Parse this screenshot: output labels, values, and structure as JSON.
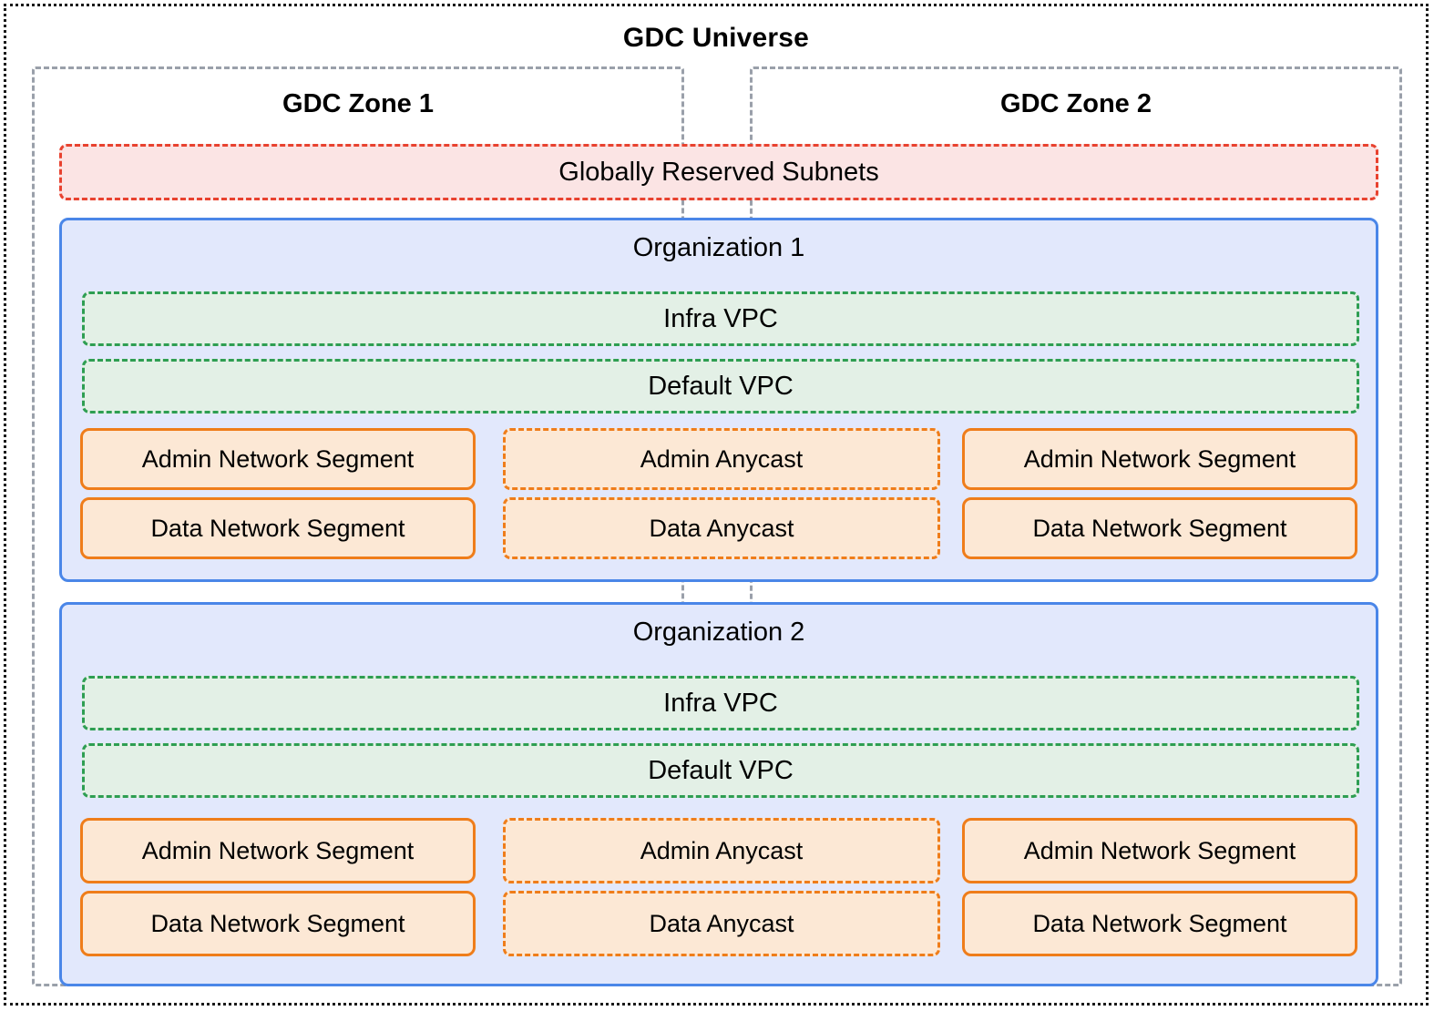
{
  "diagram": {
    "title": "GDC Universe",
    "zones": [
      {
        "label": "GDC Zone 1"
      },
      {
        "label": "GDC Zone 2"
      }
    ],
    "global_subnets": {
      "label": "Globally Reserved Subnets"
    },
    "organizations": [
      {
        "title": "Organization 1",
        "vpcs": [
          {
            "label": "Infra VPC"
          },
          {
            "label": "Default VPC"
          }
        ],
        "segments": {
          "row1": {
            "left": "Admin Network Segment",
            "middle": "Admin Anycast",
            "right": "Admin Network Segment"
          },
          "row2": {
            "left": "Data Network Segment",
            "middle": "Data Anycast",
            "right": "Data Network Segment"
          }
        }
      },
      {
        "title": "Organization 2",
        "vpcs": [
          {
            "label": "Infra VPC"
          },
          {
            "label": "Default VPC"
          }
        ],
        "segments": {
          "row1": {
            "left": "Admin Network Segment",
            "middle": "Admin Anycast",
            "right": "Admin Network Segment"
          },
          "row2": {
            "left": "Data Network Segment",
            "middle": "Data Anycast",
            "right": "Data Network Segment"
          }
        }
      }
    ],
    "colors": {
      "universe_border": "#1a1a1a",
      "zone_border": "#9aa0aa",
      "global_subnets_border": "#e8422f",
      "global_subnets_fill": "#fbe4e4",
      "org_border": "#4a86e8",
      "org_fill": "#e2e8fc",
      "vpc_border": "#2e9e52",
      "vpc_fill": "#e3f0e6",
      "segment_border": "#ef7d1a",
      "segment_fill": "#fce8d5"
    }
  }
}
